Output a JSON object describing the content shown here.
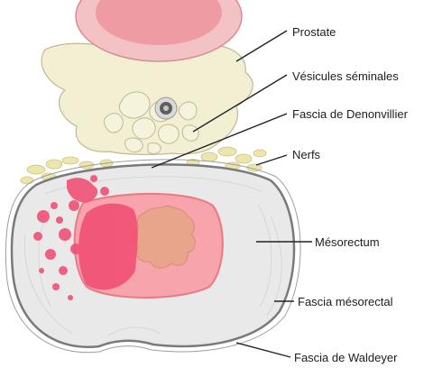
{
  "diagram": {
    "labels": {
      "prostate": "Prostate",
      "seminal_vesicles": "Vésicules séminales",
      "denonvilliers_fascia": "Fascia de Denonvillier",
      "nerves": "Nerfs",
      "mesorectum": "Mésorectum",
      "mesorectal_fascia": "Fascia mésorectal",
      "waldeyer_fascia": "Fascia de Waldeyer"
    },
    "colors": {
      "prostate_fill": "#f3c2c5",
      "prostate_core": "#ec8d97",
      "tissue_cream": "#f3efd3",
      "tissue_outline": "#bfb894",
      "nerve_fill": "#ede6ab",
      "mesorectum_fill": "#e9e9e9",
      "rectum_wall": "#f7a4ad",
      "rectum_lumen": "#e8a58c",
      "tumor": "#f04d72",
      "leader_line": "#222222"
    }
  }
}
